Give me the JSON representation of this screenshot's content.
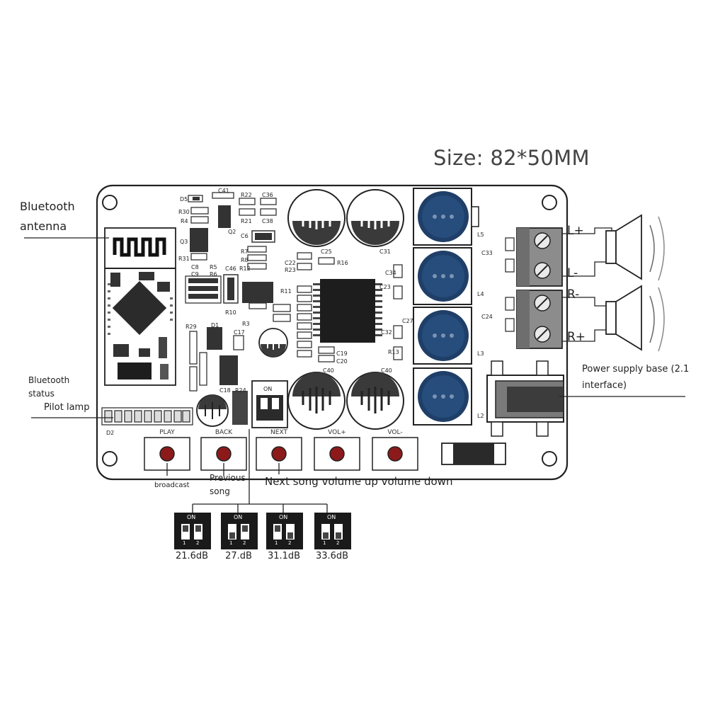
{
  "size_title": "Size: 82*50MM",
  "callouts": {
    "bt_antenna_line1": "Bluetooth",
    "bt_antenna_line2": "antenna",
    "bt_status_line1": "Bluetooth",
    "bt_status_line2": "status",
    "pilot_lamp": "Pilot lamp",
    "power_line1": "Power supply base (2.1",
    "power_line2": "interface)",
    "broadcast": "broadcast",
    "previous_line1": "Previous",
    "previous_line2": "song",
    "next_volume": "Next song volume up volume down"
  },
  "speaker_terminals": [
    "L+",
    "L-",
    "R-",
    "R+"
  ],
  "buttons": [
    "PLAY",
    "BACK",
    "NEXT",
    "VOL+",
    "VOL-"
  ],
  "gain_switches": [
    {
      "gain": "21.6dB",
      "on": "ON",
      "pos1": "1",
      "pos2": "2"
    },
    {
      "gain": "27.dB",
      "on": "ON",
      "pos1": "1",
      "pos2": "2"
    },
    {
      "gain": "31.1dB",
      "on": "ON",
      "pos1": "1",
      "pos2": "2"
    },
    {
      "gain": "33.6dB",
      "on": "ON",
      "pos1": "1",
      "pos2": "2"
    }
  ],
  "board_switch_on": "ON",
  "silkscreen": {
    "caps": [
      "C25",
      "C31",
      "C40",
      "C40",
      "C18",
      "C41",
      "C36",
      "C38",
      "C6",
      "C46",
      "C22",
      "C23",
      "C19",
      "C20",
      "C17",
      "C34",
      "C32",
      "C27",
      "C33",
      "C24"
    ],
    "resistors": [
      "R22",
      "R21",
      "R30",
      "R4",
      "R31",
      "R5",
      "R6",
      "R7",
      "R8",
      "R12",
      "R16",
      "R23",
      "R11",
      "R10",
      "R29",
      "R24",
      "R13",
      "R3"
    ],
    "inductors": [
      "L5",
      "L4",
      "L3",
      "L2"
    ],
    "misc": [
      "D5",
      "Q3",
      "Q2",
      "D1",
      "D2",
      "C8",
      "C9"
    ]
  }
}
